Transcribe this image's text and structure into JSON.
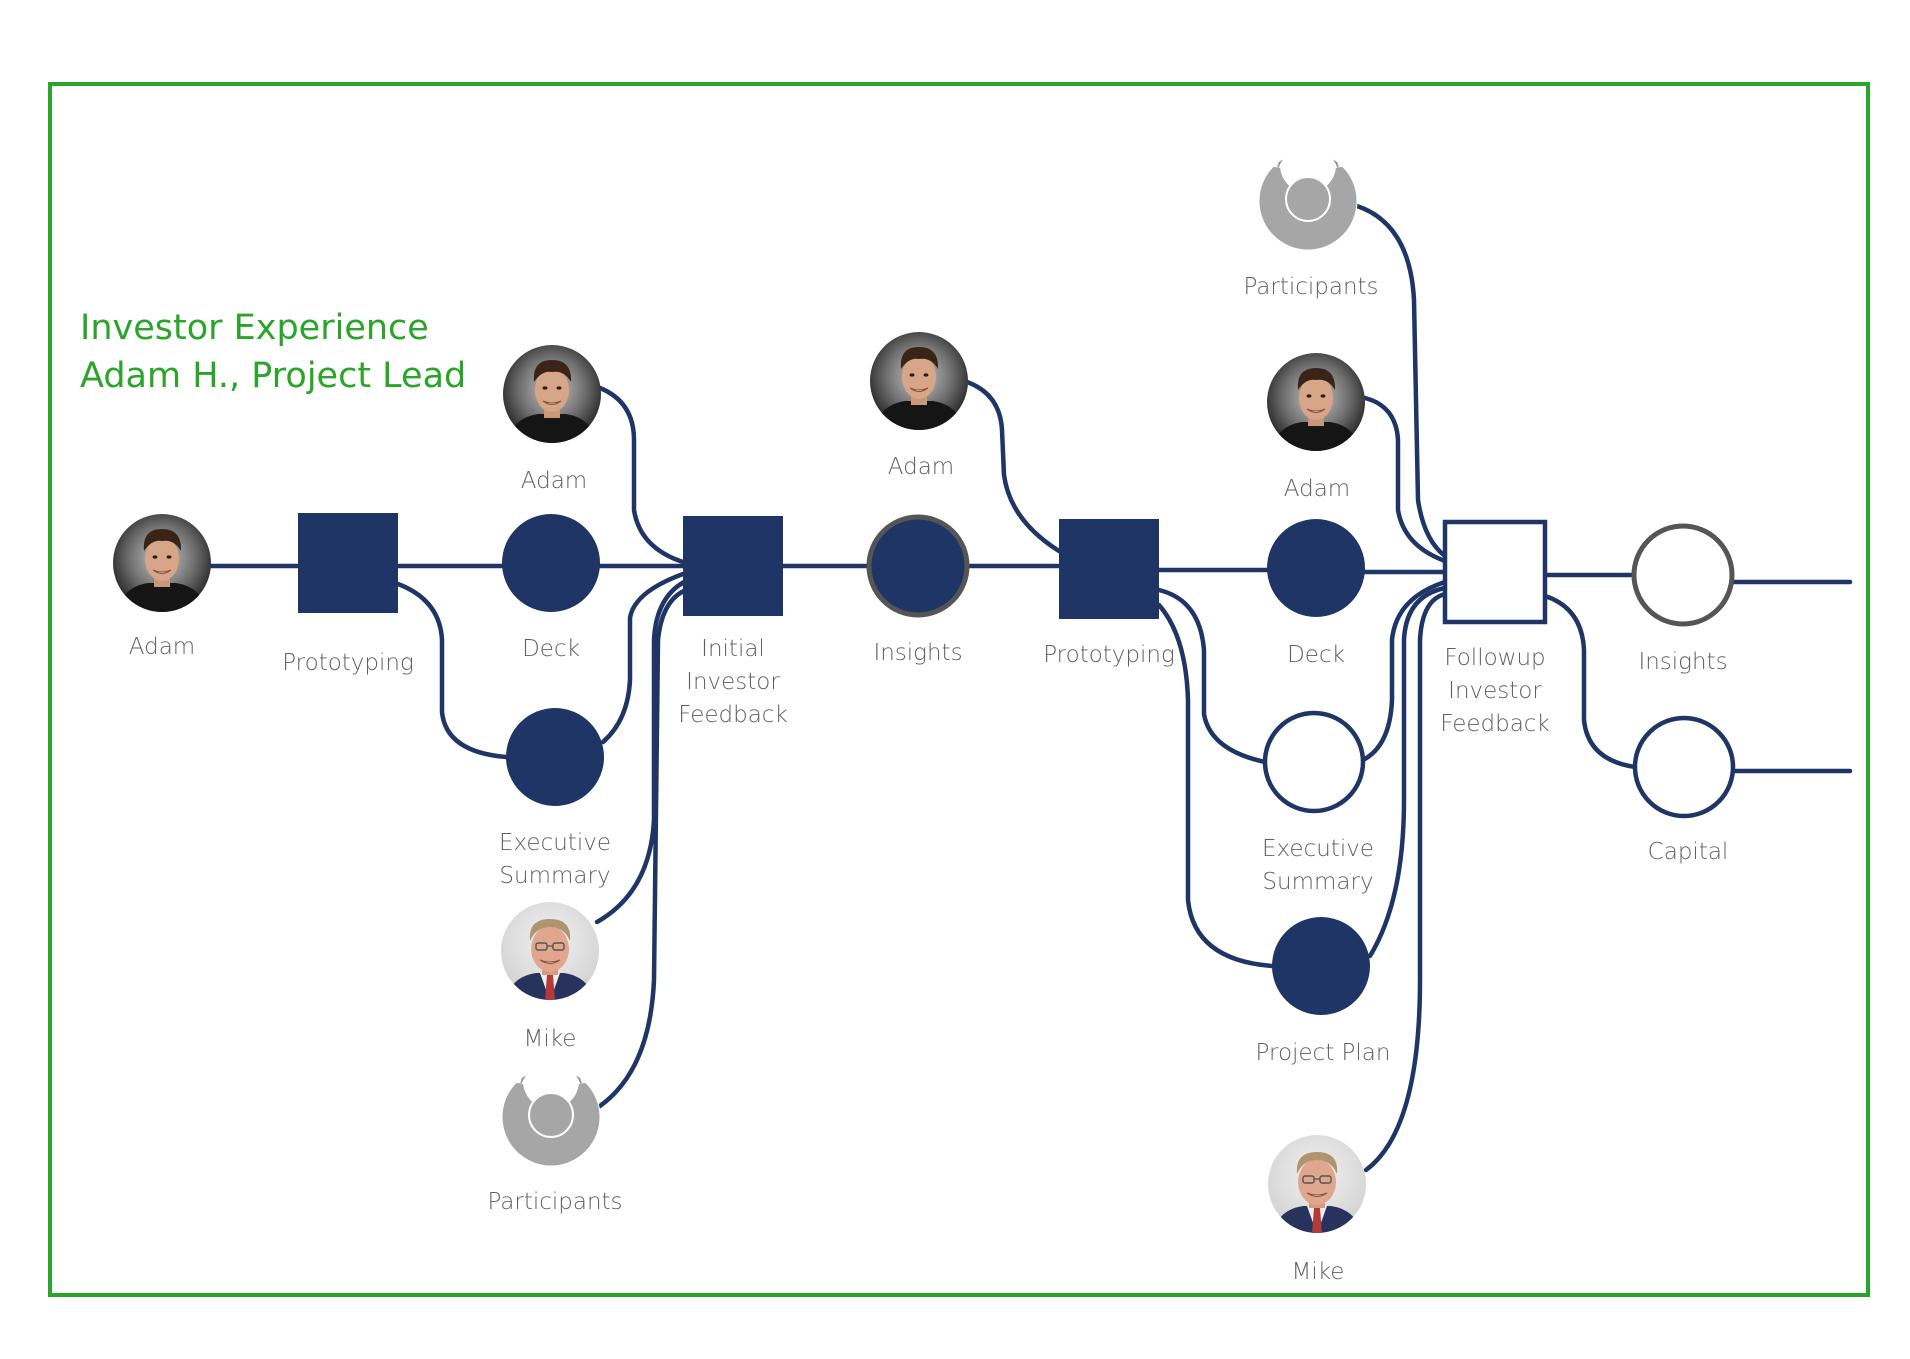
{
  "title": {
    "line1": "Investor Experience",
    "line2": "Adam H., Project Lead"
  },
  "colors": {
    "frame": "#2aa52a",
    "title": "#2aa52a",
    "node": "#1e3566",
    "edge": "#1e3566",
    "label": "#5f5f5f",
    "insight_ring": "#555555",
    "group_avatar": "#a6a6a6"
  },
  "nodes": [
    {
      "id": "adam-start",
      "kind": "person",
      "person": "adam",
      "label": "Adam"
    },
    {
      "id": "prototyping-1",
      "kind": "activity",
      "style": "filled",
      "label": "Prototyping"
    },
    {
      "id": "adam-1",
      "kind": "person",
      "person": "adam",
      "label": "Adam"
    },
    {
      "id": "deck-1",
      "kind": "artifact",
      "style": "filled",
      "label": "Deck"
    },
    {
      "id": "exec-summary-1",
      "kind": "artifact",
      "style": "filled",
      "label": "Executive Summary"
    },
    {
      "id": "mike-1",
      "kind": "person",
      "person": "mike",
      "label": "Mike"
    },
    {
      "id": "participants-1",
      "kind": "group",
      "label": "Participants"
    },
    {
      "id": "initial-feedback",
      "kind": "activity",
      "style": "filled",
      "label": "Initial Investor Feedback"
    },
    {
      "id": "adam-2",
      "kind": "person",
      "person": "adam",
      "label": "Adam"
    },
    {
      "id": "insights-1",
      "kind": "artifact",
      "style": "filled-ringed",
      "label": "Insights"
    },
    {
      "id": "prototyping-2",
      "kind": "activity",
      "style": "filled",
      "label": "Prototyping"
    },
    {
      "id": "participants-2",
      "kind": "group",
      "label": "Participants"
    },
    {
      "id": "adam-3",
      "kind": "person",
      "person": "adam",
      "label": "Adam"
    },
    {
      "id": "deck-2",
      "kind": "artifact",
      "style": "filled",
      "label": "Deck"
    },
    {
      "id": "exec-summary-2",
      "kind": "artifact",
      "style": "outline",
      "label": "Executive Summary"
    },
    {
      "id": "project-plan",
      "kind": "artifact",
      "style": "filled",
      "label": "Project Plan"
    },
    {
      "id": "mike-2",
      "kind": "person",
      "person": "mike",
      "label": "Mike"
    },
    {
      "id": "followup-feedback",
      "kind": "activity",
      "style": "outline",
      "label": "Followup Investor Feedback"
    },
    {
      "id": "insights-2",
      "kind": "artifact",
      "style": "outline-gray",
      "label": "Insights"
    },
    {
      "id": "capital",
      "kind": "artifact",
      "style": "outline",
      "label": "Capital"
    }
  ],
  "edges": [
    {
      "from": "adam-start",
      "to": "prototyping-1"
    },
    {
      "from": "prototyping-1",
      "to": "deck-1"
    },
    {
      "from": "prototyping-1",
      "to": "exec-summary-1"
    },
    {
      "from": "deck-1",
      "to": "initial-feedback"
    },
    {
      "from": "adam-1",
      "to": "initial-feedback"
    },
    {
      "from": "exec-summary-1",
      "to": "initial-feedback"
    },
    {
      "from": "mike-1",
      "to": "initial-feedback"
    },
    {
      "from": "participants-1",
      "to": "initial-feedback"
    },
    {
      "from": "initial-feedback",
      "to": "insights-1"
    },
    {
      "from": "insights-1",
      "to": "prototyping-2"
    },
    {
      "from": "adam-2",
      "to": "prototyping-2"
    },
    {
      "from": "prototyping-2",
      "to": "deck-2"
    },
    {
      "from": "prototyping-2",
      "to": "exec-summary-2"
    },
    {
      "from": "prototyping-2",
      "to": "project-plan"
    },
    {
      "from": "deck-2",
      "to": "followup-feedback"
    },
    {
      "from": "exec-summary-2",
      "to": "followup-feedback"
    },
    {
      "from": "project-plan",
      "to": "followup-feedback"
    },
    {
      "from": "adam-3",
      "to": "followup-feedback"
    },
    {
      "from": "participants-2",
      "to": "followup-feedback"
    },
    {
      "from": "mike-2",
      "to": "followup-feedback"
    },
    {
      "from": "followup-feedback",
      "to": "insights-2"
    },
    {
      "from": "followup-feedback",
      "to": "capital"
    }
  ]
}
